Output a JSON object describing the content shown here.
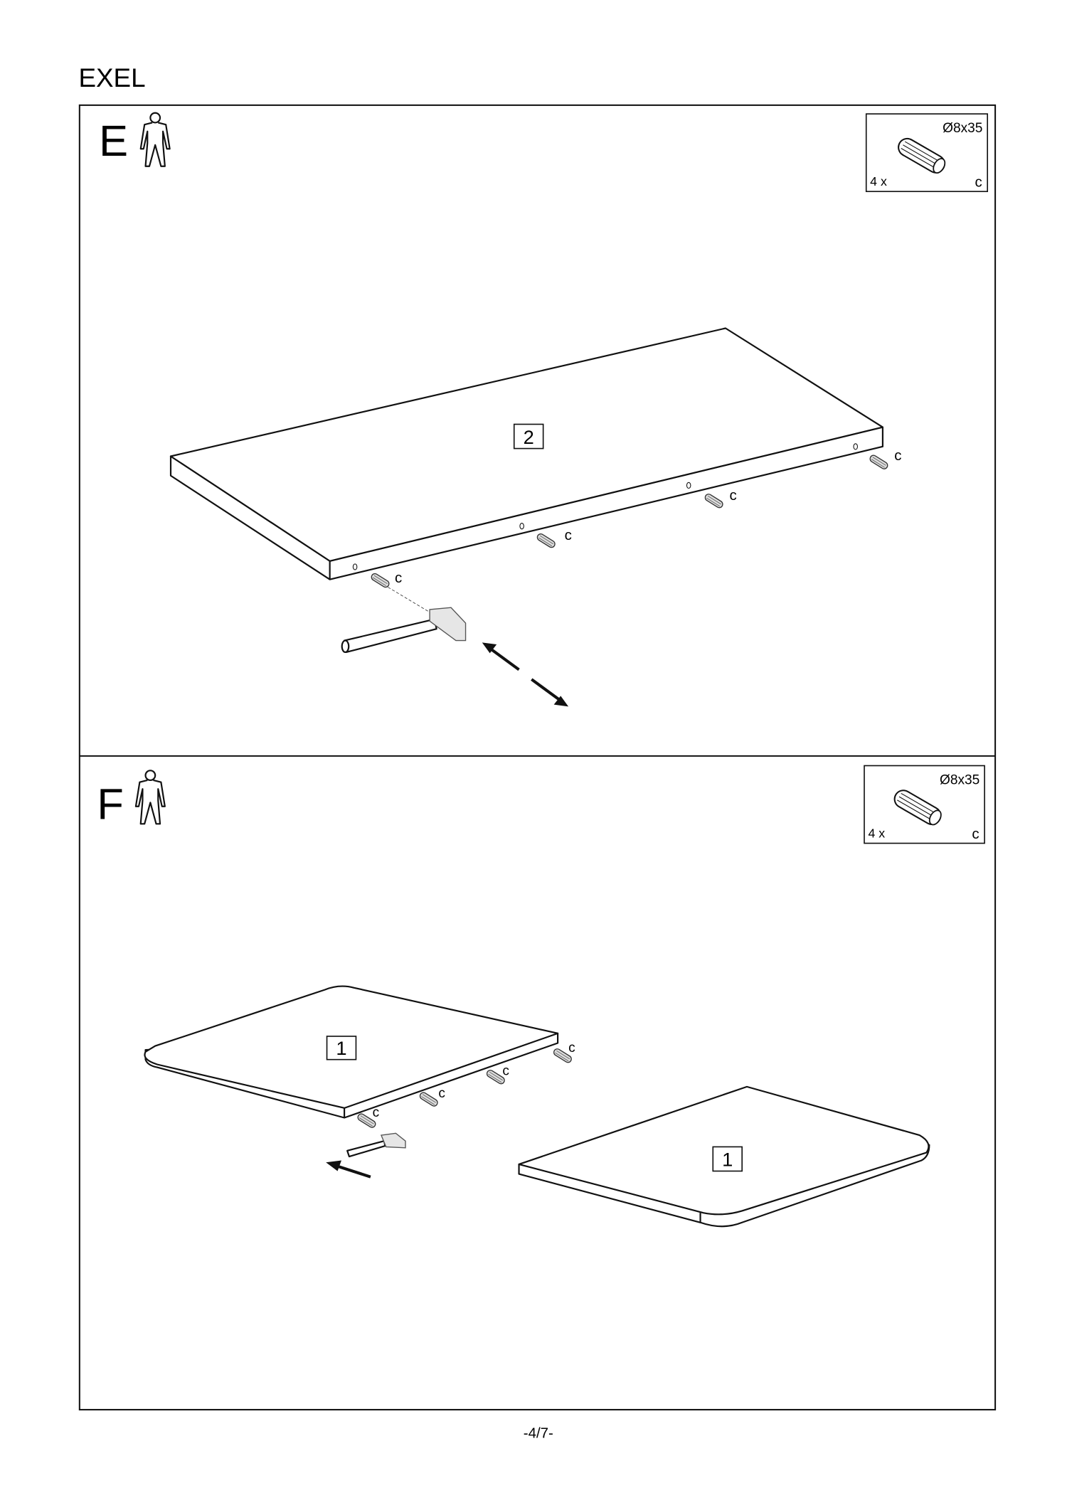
{
  "header": {
    "title": "EXEL"
  },
  "steps": [
    {
      "letter": "E",
      "person_icon": "one-person-icon",
      "hardware": {
        "size": "Ø8x35",
        "quantity": "4 x",
        "code": "c",
        "icon": "wooden-dowel-icon"
      },
      "part_label": "2",
      "dowel_labels": [
        "c",
        "c",
        "c",
        "c"
      ]
    },
    {
      "letter": "F",
      "person_icon": "one-person-icon",
      "hardware": {
        "size": "Ø8x35",
        "quantity": "4 x",
        "code": "c",
        "icon": "wooden-dowel-icon"
      },
      "part_labels": [
        "1",
        "1"
      ],
      "dowel_labels": [
        "c",
        "c",
        "c",
        "c"
      ]
    }
  ],
  "footer": {
    "page": "-4/7-"
  }
}
